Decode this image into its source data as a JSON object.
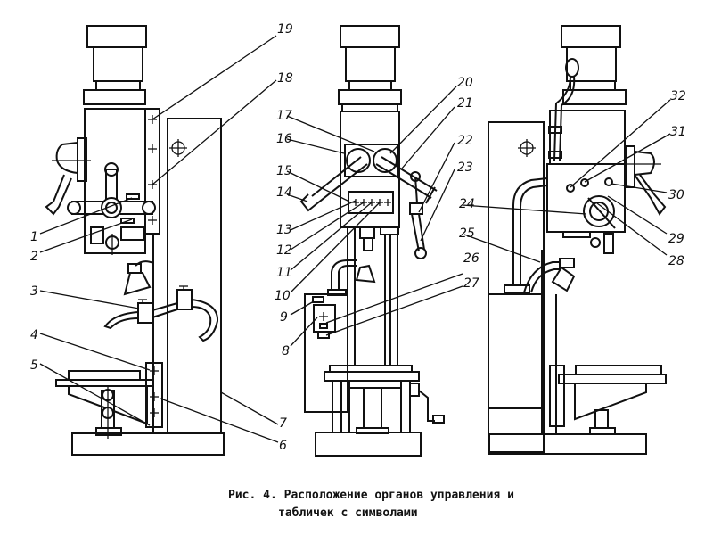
{
  "figure": {
    "caption_line1": "Рис. 4. Расположение органов управления и",
    "caption_line2": "табличек с символами",
    "views": [
      "left-side-view",
      "front-view",
      "right-side-view"
    ],
    "callouts": [
      {
        "id": "1",
        "label": "1"
      },
      {
        "id": "2",
        "label": "2"
      },
      {
        "id": "3",
        "label": "3"
      },
      {
        "id": "4",
        "label": "4"
      },
      {
        "id": "5",
        "label": "5"
      },
      {
        "id": "6",
        "label": "6"
      },
      {
        "id": "7",
        "label": "7"
      },
      {
        "id": "8",
        "label": "8"
      },
      {
        "id": "9",
        "label": "9"
      },
      {
        "id": "10",
        "label": "10"
      },
      {
        "id": "11",
        "label": "11"
      },
      {
        "id": "12",
        "label": "12"
      },
      {
        "id": "13",
        "label": "13"
      },
      {
        "id": "14",
        "label": "14"
      },
      {
        "id": "15",
        "label": "15"
      },
      {
        "id": "16",
        "label": "16"
      },
      {
        "id": "17",
        "label": "17"
      },
      {
        "id": "18",
        "label": "18"
      },
      {
        "id": "19",
        "label": "19"
      },
      {
        "id": "20",
        "label": "20"
      },
      {
        "id": "21",
        "label": "21"
      },
      {
        "id": "22",
        "label": "22"
      },
      {
        "id": "23",
        "label": "23"
      },
      {
        "id": "24",
        "label": "24"
      },
      {
        "id": "25",
        "label": "25"
      },
      {
        "id": "26",
        "label": "26"
      },
      {
        "id": "27",
        "label": "27"
      },
      {
        "id": "28",
        "label": "28"
      },
      {
        "id": "29",
        "label": "29"
      },
      {
        "id": "30",
        "label": "30"
      },
      {
        "id": "31",
        "label": "31"
      },
      {
        "id": "32",
        "label": "32"
      }
    ]
  }
}
